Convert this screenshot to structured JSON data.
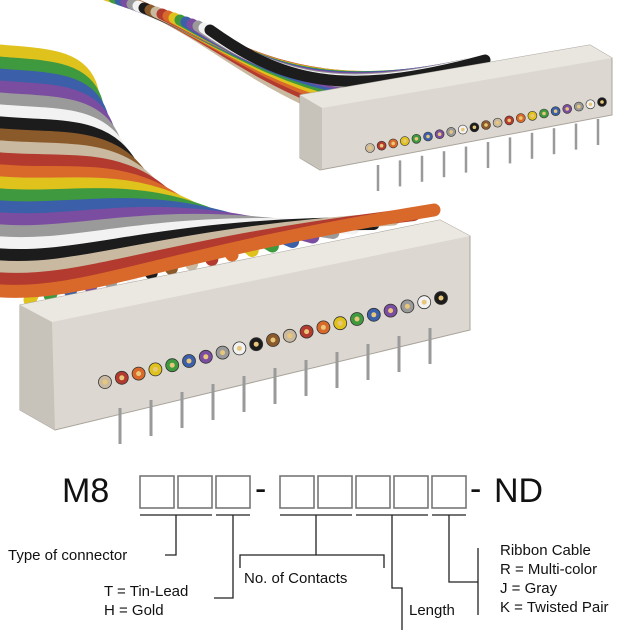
{
  "part_number": {
    "prefix": "M8",
    "separator_1": "-",
    "separator_2": "-",
    "suffix": "ND"
  },
  "legend": {
    "connector_type": "Type of connector",
    "plating_tin": "T = Tin-Lead",
    "plating_gold": "H = Gold",
    "contacts": "No. of Contacts",
    "length": "Length",
    "cable_title": "Ribbon Cable",
    "cable_r": "R = Multi-color",
    "cable_j": "J = Gray",
    "cable_k": "K = Twisted Pair"
  },
  "colors": {
    "connector_body": "#dcd8d1",
    "connector_shadow": "#b9b4ab",
    "wires": [
      "#c9b9a0",
      "#b33a2e",
      "#d9692a",
      "#e0c21d",
      "#3f9a3f",
      "#3b5fa8",
      "#7b4da0",
      "#9a9a9a",
      "#f2f2f2",
      "#1c1c1c",
      "#8b5a2b",
      "#c9b9a0",
      "#b33a2e",
      "#d9692a",
      "#e0c21d",
      "#3f9a3f",
      "#3b5fa8",
      "#7b4da0",
      "#9a9a9a",
      "#f2f2f2",
      "#1c1c1c"
    ]
  }
}
